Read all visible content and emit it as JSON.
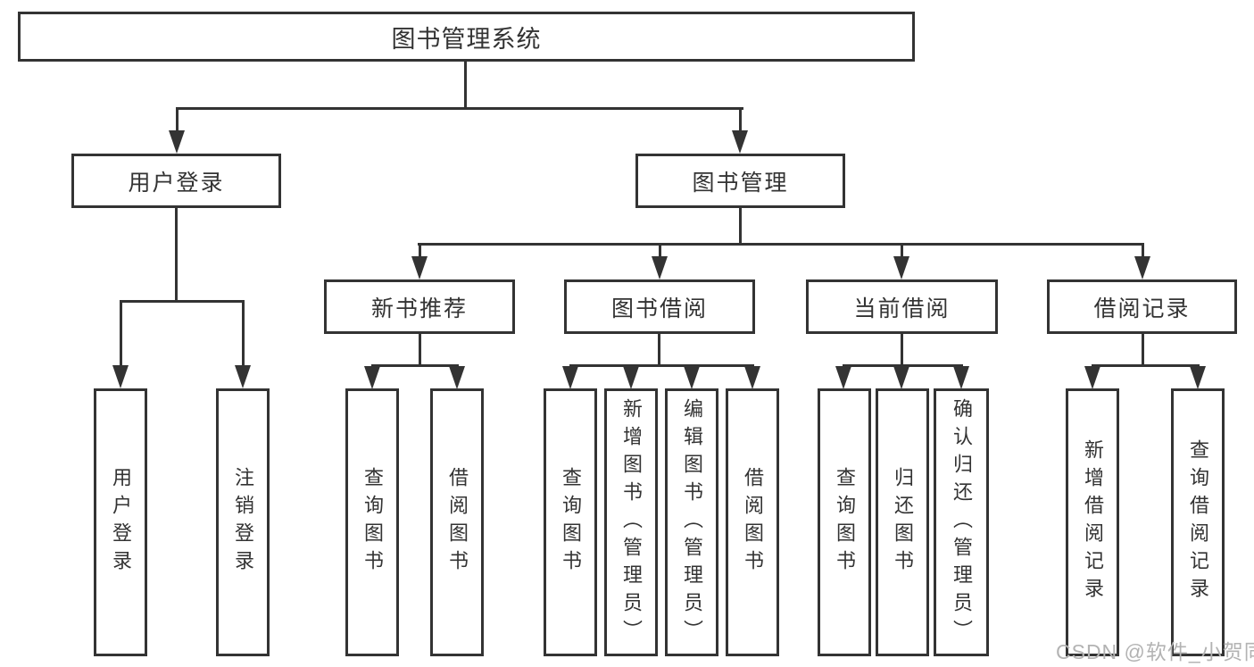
{
  "tree": {
    "label": "图书管理系统",
    "children": [
      {
        "label": "用户登录",
        "children": [
          {
            "label": "用户登录"
          },
          {
            "label": "注销登录"
          }
        ]
      },
      {
        "label": "图书管理",
        "children": [
          {
            "label": "新书推荐",
            "children": [
              {
                "label": "查询图书"
              },
              {
                "label": "借阅图书"
              }
            ]
          },
          {
            "label": "图书借阅",
            "children": [
              {
                "label": "查询图书"
              },
              {
                "label": "新增图书（管理员）"
              },
              {
                "label": "编辑图书（管理员）"
              },
              {
                "label": "借阅图书"
              }
            ]
          },
          {
            "label": "当前借阅",
            "children": [
              {
                "label": "查询图书"
              },
              {
                "label": "归还图书"
              },
              {
                "label": "确认归还（管理员）"
              }
            ]
          },
          {
            "label": "借阅记录",
            "children": [
              {
                "label": "新增借阅记录"
              },
              {
                "label": "查询借阅记录"
              }
            ]
          }
        ]
      }
    ]
  },
  "watermark": {
    "text": "CSDN @软件_小贺同学"
  },
  "colors": {
    "line": "#333333",
    "text": "#333333",
    "background": "#ffffff",
    "watermark": "#b3b3b3"
  }
}
